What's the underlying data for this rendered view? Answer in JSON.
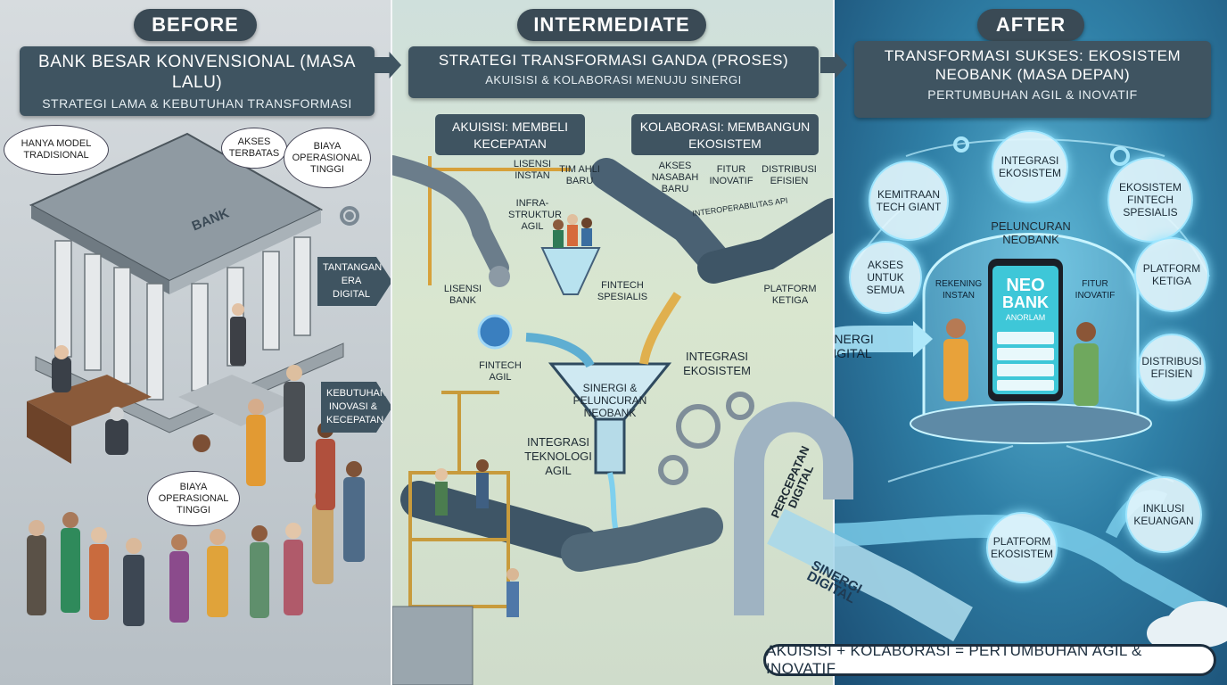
{
  "before": {
    "badge": "BEFORE",
    "title": "BANK BESAR KONVENSIONAL (MASA LALU)",
    "subtitle": "STRATEGI LAMA & KEBUTUHAN TRANSFORMASI",
    "bubbles": {
      "traditional": "HANYA MODEL TRADISIONAL",
      "access": "AKSES TERBATAS",
      "cost_top": "BIAYA OPERASIONAL TINGGI",
      "cost_bottom": "BIAYA OPERASIONAL TINGGI"
    },
    "bank_sign": "BANK",
    "arrow_challenge": "TANTANGAN ERA DIGITAL",
    "arrow_need": "KEBUTUHAN INOVASI & KECEPATAN"
  },
  "intermediate": {
    "badge": "INTERMEDIATE",
    "title": "STRATEGI TRANSFORMASI GANDA (PROSES)",
    "subtitle": "AKUISISI & KOLABORASI MENUJU SINERGI",
    "acquisition_header": "AKUISISI: MEMBELI KECEPATAN",
    "collaboration_header": "KOLABORASI: MEMBANGUN EKOSISTEM",
    "labels": {
      "license_instant": "LISENSI INSTAN",
      "expert_team": "TIM AHLI BARU",
      "infra": "INFRA-STRUKTUR AGIL",
      "bank_license": "LISENSI BANK",
      "fintech_agile": "FINTECH AGIL",
      "customer_access": "AKSES NASABAH BARU",
      "innovative_feature": "FITUR INOVATIF",
      "efficient_dist": "DISTRIBUSI EFISIEN",
      "interop": "INTEROPERABILITAS API",
      "fintech_special": "FINTECH SPESIALIS",
      "third_platform": "PLATFORM KETIGA",
      "ecosystem_integration": "INTEGRASI EKOSISTEM",
      "funnel": "SINERGI & PELUNCURAN NEOBANK",
      "tech_integration": "INTEGRASI TEKNOLOGI AGIL"
    },
    "pipe_label": "PERCEPATAN DIGITAL"
  },
  "after": {
    "badge": "AFTER",
    "title": "TRANSFORMASI SUKSES: EKOSISTEM NEOBANK (MASA DEPAN)",
    "subtitle": "PERTUMBUHAN AGIL & INOVATIF",
    "bubbles": {
      "integration": "INTEGRASI EKOSISTEM",
      "tech_giant": "KEMITRAAN TECH GIANT",
      "fintech_eco": "EKOSISTEM FINTECH SPESIALIS",
      "access_all": "AKSES UNTUK SEMUA",
      "third_platform": "PLATFORM KETIGA",
      "efficient_dist": "DISTRIBUSI EFISIEN",
      "inclusion": "INKLUSI KEUANGAN",
      "eco_platform": "PLATFORM EKOSISTEM"
    },
    "dome_title": "PELUNCURAN NEOBANK",
    "phone": {
      "brand_1": "NEO",
      "brand_2": "BANK",
      "brand_3": "ANORLAM"
    },
    "instant_account": "REKENING INSTAN",
    "innovative_feature": "FITUR INOVATIF",
    "synergy_arrow": "SINERGI DIGITAL",
    "synergy_road": "SINERGI DIGITAL"
  },
  "footer": "AKUISISI + KOLABORASI = PERTUMBUHAN AGIL & INOVATIF",
  "colors": {
    "header_bg": "#3f5461",
    "badge_bg": "#3a4a55",
    "after_glow": "#9fe6ff",
    "footer_border": "#1c2e3e"
  }
}
